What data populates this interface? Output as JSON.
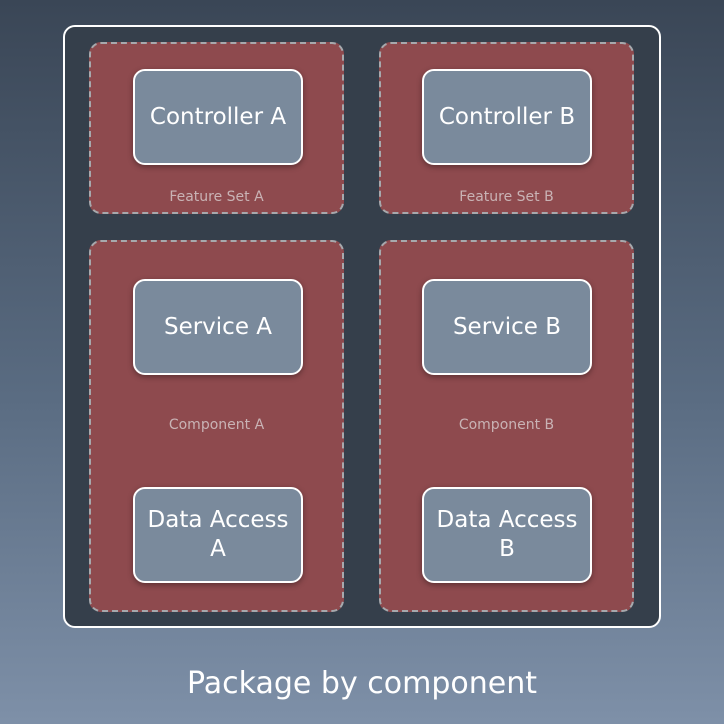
{
  "groups": {
    "feature_a": {
      "label": "Feature Set A",
      "box": "Controller A"
    },
    "feature_b": {
      "label": "Feature Set B",
      "box": "Controller B"
    },
    "component_a": {
      "label": "Component A",
      "service": "Service A",
      "data_access": "Data Access A"
    },
    "component_b": {
      "label": "Component B",
      "service": "Service B",
      "data_access": "Data Access B"
    }
  },
  "caption": "Package by component",
  "colors": {
    "background_top": "#3a4656",
    "background_bottom": "#7e90a8",
    "frame": "#353f4b",
    "group": "#8e4a4e",
    "box": "#7a8a9c",
    "border": "#ffffff"
  }
}
